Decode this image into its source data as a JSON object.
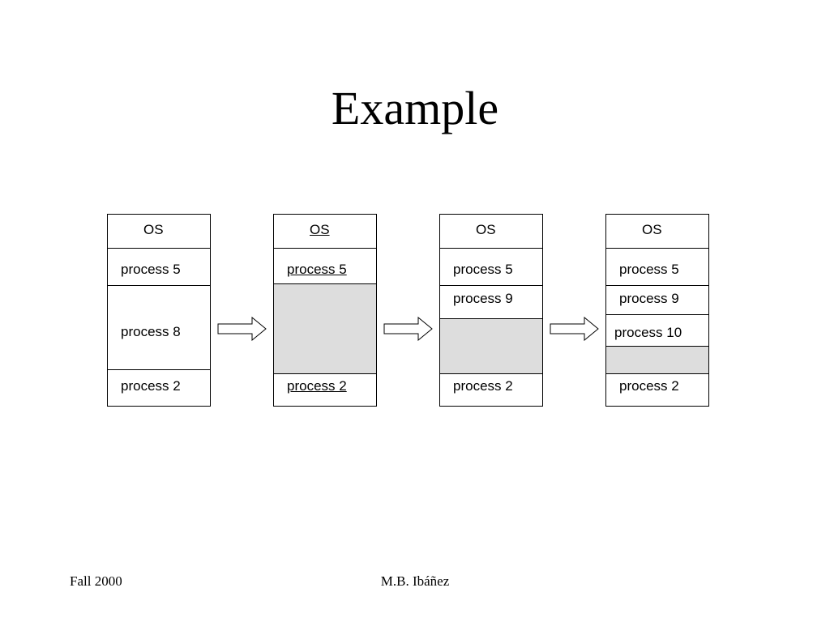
{
  "slide": {
    "title": "Example",
    "footer_left": "Fall 2000",
    "footer_center": "M.B. Ibáñez"
  },
  "hole_color": "#dddddd",
  "memory_states": [
    {
      "segments": [
        {
          "label": "OS"
        },
        {
          "label": "process 5"
        },
        {
          "label": "process 8"
        },
        {
          "label": "process 2"
        }
      ]
    },
    {
      "segments": [
        {
          "label": "OS"
        },
        {
          "label": "process 5"
        },
        {
          "label": ""
        },
        {
          "label": "process 2"
        }
      ]
    },
    {
      "segments": [
        {
          "label": "OS"
        },
        {
          "label": "process 5"
        },
        {
          "label": "process 9"
        },
        {
          "label": ""
        },
        {
          "label": "process 2"
        }
      ]
    },
    {
      "segments": [
        {
          "label": "OS"
        },
        {
          "label": "process 5"
        },
        {
          "label": "process 9"
        },
        {
          "label": "process 10"
        },
        {
          "label": ""
        },
        {
          "label": "process 2"
        }
      ]
    }
  ]
}
